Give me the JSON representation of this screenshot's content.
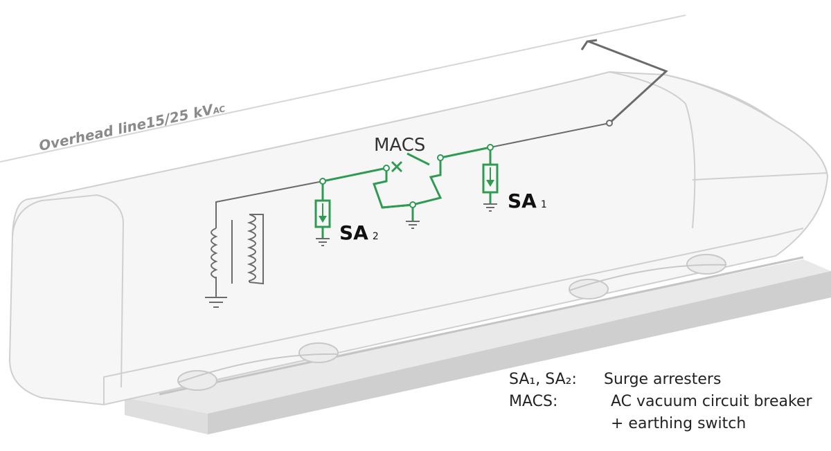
{
  "overhead_line": {
    "label": "Overhead line",
    "voltage": "15/25 kV",
    "voltage_suffix": "AC"
  },
  "breaker": {
    "label": "MACS"
  },
  "arrester_1": {
    "label": "SA",
    "sub": "1"
  },
  "arrester_2": {
    "label": "SA",
    "sub": "2"
  },
  "legend": [
    {
      "key": "SA₁, SA₂:",
      "value": "Surge arresters"
    },
    {
      "key": "MACS:",
      "value": "AC vacuum circuit breaker"
    },
    {
      "key": "",
      "value": "+ earthing switch"
    }
  ],
  "colors": {
    "circuit_green": "#2e9a52",
    "wire_grey": "#6b6b6b",
    "body_outline": "#cfcfcf",
    "track": "#d9d9d9",
    "label_grey": "#8a8a8a"
  }
}
